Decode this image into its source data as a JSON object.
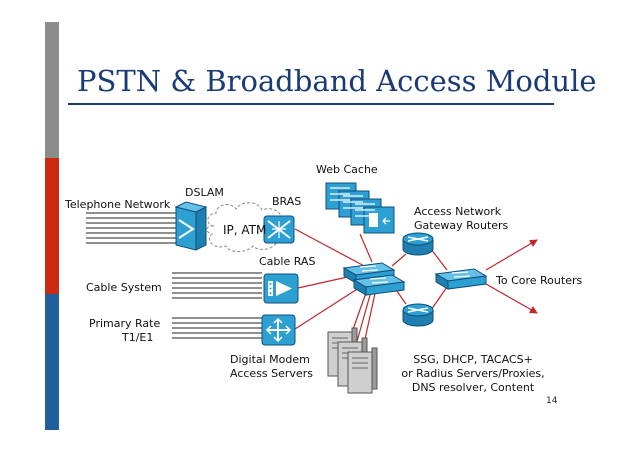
{
  "slide": {
    "title": "PSTN & Broadband Access Module",
    "page_number": "14"
  },
  "labels": {
    "telephone_network": "Telephone Network",
    "dslam": "DSLAM",
    "bras": "BRAS",
    "ip_atm": "IP, ATM",
    "web_cache": "Web Cache",
    "access_network": "Access Network",
    "gateway_routers": "Gateway Routers",
    "cable_ras": "Cable RAS",
    "cable_system": "Cable System",
    "to_core_routers": "To Core Routers",
    "primary_rate": "Primary Rate",
    "t1_e1": "T1/E1",
    "digital_modem": "Digital Modem",
    "access_servers": "Access Servers",
    "servers_line1": "SSG, DHCP, TACACS+",
    "servers_line2": "or Radius Servers/Proxies,",
    "servers_line3": "DNS resolver, Content"
  },
  "colors": {
    "title": "#1a3a78",
    "link": "#c0282a",
    "device_blue": "#2c9fd3",
    "bar_gray": "#8c8c8c",
    "bar_red": "#cc2a10",
    "bar_blue": "#1f5f9e"
  },
  "icons": {
    "dslam": "dslam-icon",
    "bras": "bras-router-icon",
    "cable_ras": "cable-ras-icon",
    "modem_server": "access-server-icon",
    "web_cache": "cache-engine-icon",
    "router": "router-icon",
    "switch": "multilayer-switch-icon",
    "server": "server-tower-icon",
    "cloud": "cloud-icon"
  }
}
